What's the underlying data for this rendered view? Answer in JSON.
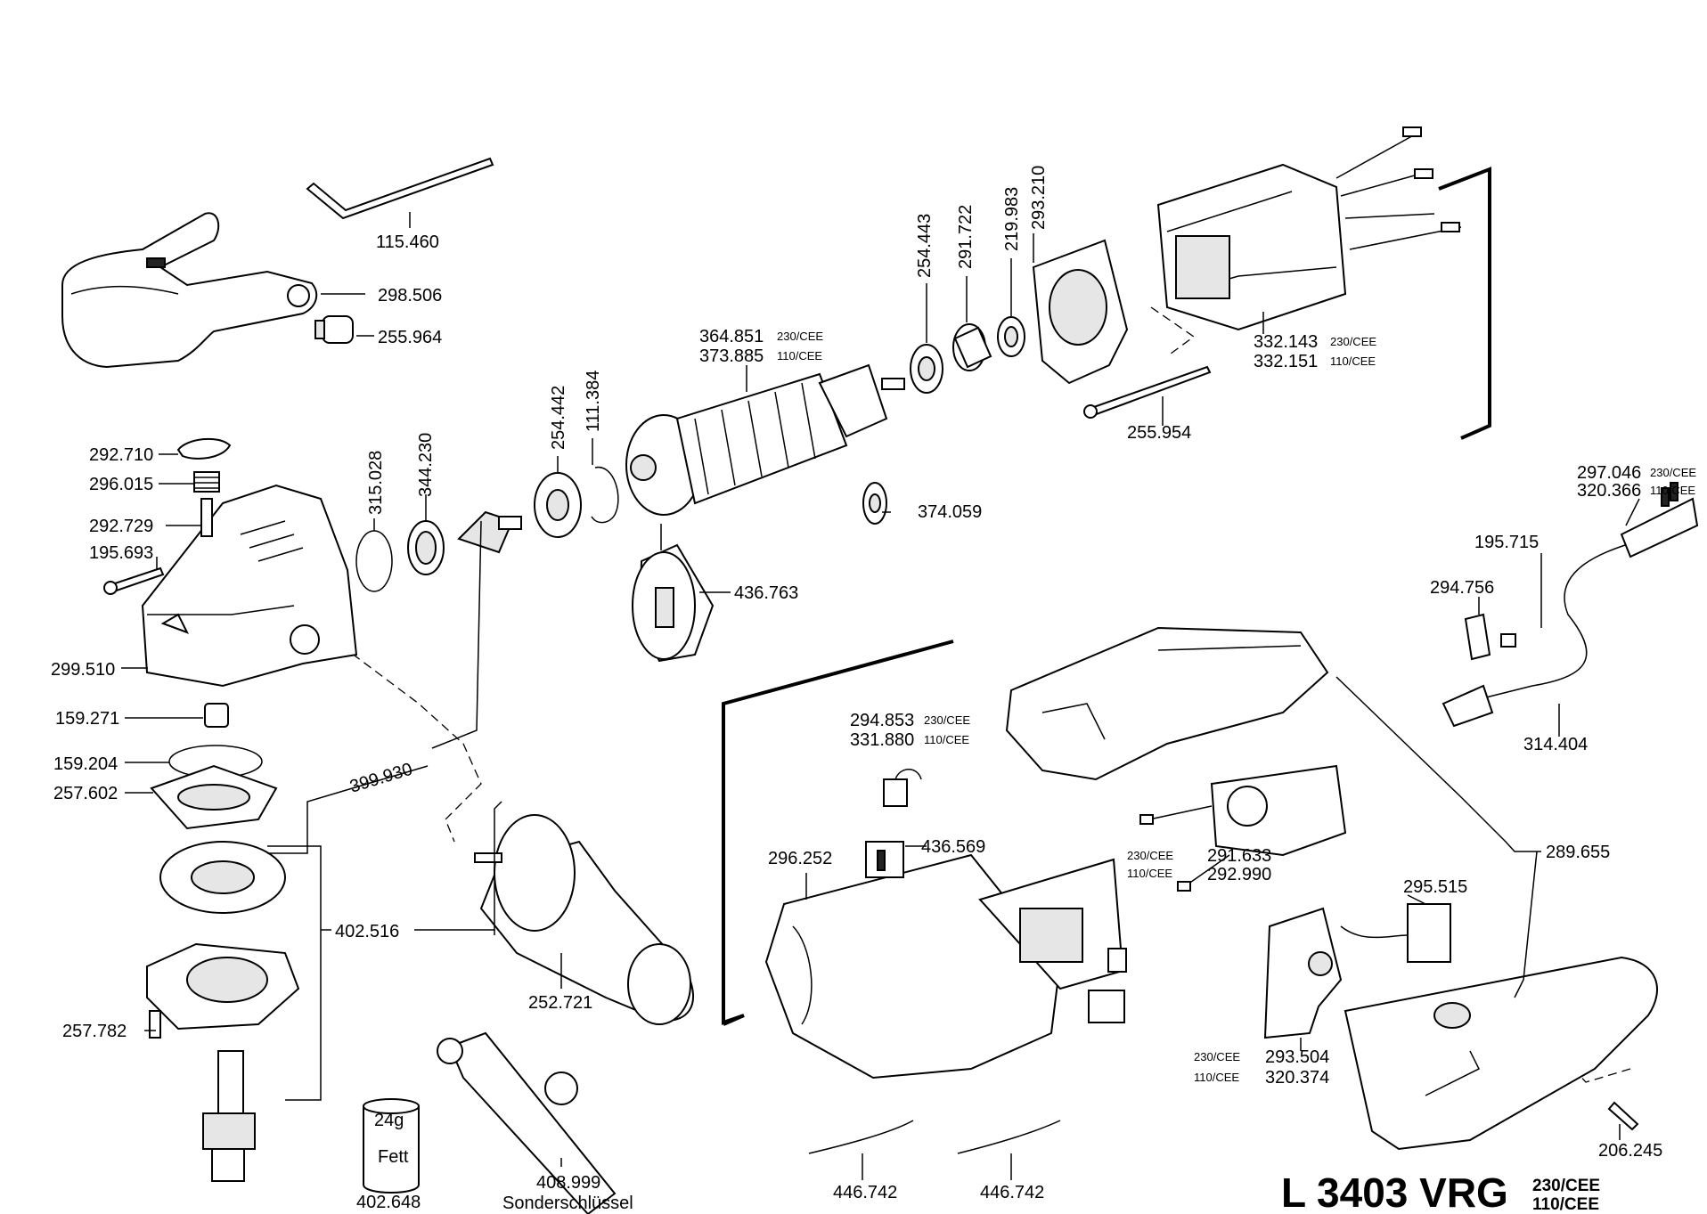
{
  "model": {
    "name": "L 3403 VRG",
    "variant_1": "230/CEE",
    "variant_2": "110/CEE"
  },
  "labels": {
    "p115460": "115.460",
    "p298506": "298.506",
    "p255964": "255.964",
    "p254443": "254.443",
    "p291722": "291.722",
    "p219983": "219.983",
    "p293210": "293.210",
    "p364851": "364.851",
    "p373885": "373.885",
    "p332143": "332.143",
    "p332151": "332.151",
    "p255954": "255.954",
    "p254442": "254.442",
    "p111384": "111.384",
    "p315028": "315.028",
    "p344230": "344.230",
    "p292710": "292.710",
    "p296015": "296.015",
    "p292729": "292.729",
    "p195693": "195.693",
    "p299510": "299.510",
    "p374059": "374.059",
    "p436763": "436.763",
    "p297046": "297.046",
    "p320366": "320.366",
    "p195715": "195.715",
    "p294756": "294.756",
    "p314404": "314.404",
    "p159271": "159.271",
    "p159204": "159.204",
    "p257602": "257.602",
    "p399930": "399.930",
    "p294853": "294.853",
    "p331880": "331.880",
    "p436569": "436.569",
    "p296252": "296.252",
    "p291633": "291.633",
    "p292990": "292.990",
    "p295515": "295.515",
    "p289655": "289.655",
    "p402516": "402.516",
    "p252721": "252.721",
    "p257782": "257.782",
    "p293504": "293.504",
    "p320374": "320.374",
    "p206245": "206.245",
    "p402648": "402.648",
    "p408999": "408.999",
    "sonderschluessel": "Sonderschlüssel",
    "p446742a": "446.742",
    "p446742b": "446.742",
    "grease_amount": "24g",
    "grease_name": "Fett"
  },
  "variant_tags": {
    "v230": "230/CEE",
    "v110": "110/CEE"
  }
}
